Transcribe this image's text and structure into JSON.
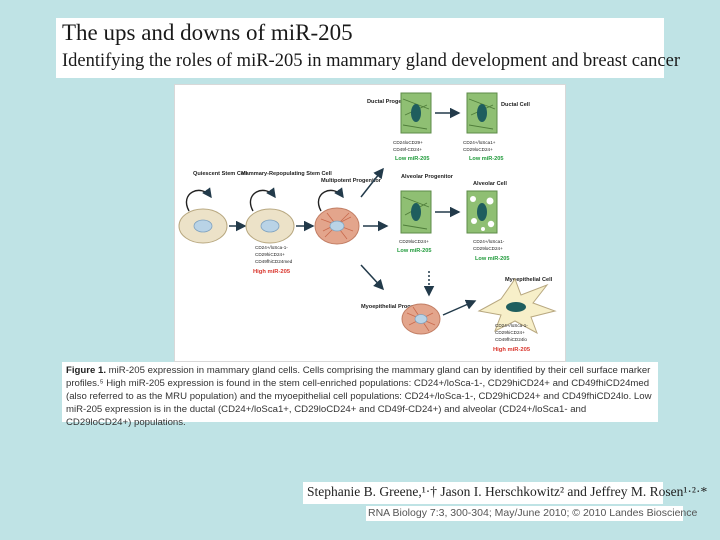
{
  "header": {
    "title": "The ups and downs of miR-205",
    "subtitle": "Identifying the roles of miR-205 in mammary gland development and breast cancer"
  },
  "figure": {
    "cells": {
      "quiescent": "Quiescent Stem Cell",
      "repopulating": "Mammary-Repopulating Stem Cell",
      "multipotent": "Multipotent Progenitor",
      "ductal_progenitor": "Ductal Progenitor",
      "ductal_cell": "Ductal Cell",
      "alveolar_progenitor": "Alveolar Progenitor",
      "alveolar_cell": "Alveolar Cell",
      "myo_progenitor": "Myoepithelial Progenitor",
      "myo_cell": "Myoepithelial Cell"
    },
    "markers": {
      "repopulating": [
        "CD24+/loSca-1-",
        "CD29hiCD24+",
        "CD49fhiCD24med"
      ],
      "ductal_progenitor": [
        "CD24loCD29+",
        "CD49f-CD24+"
      ],
      "ductal_cell": [
        "CD24+/loSca1+",
        "CD29loCD24+"
      ],
      "alveolar_progenitor": [
        "CD29loCD24+"
      ],
      "alveolar_cell": [
        "CD24+/loSca1-",
        "CD29loCD24+"
      ],
      "myo_cell": [
        "CD24+/loSca-1-",
        "CD29hiCD24+",
        "CD49fhiCD24lo"
      ]
    },
    "expression": {
      "high": "High miR-205",
      "low": "Low miR-205"
    }
  },
  "caption": {
    "label": "Figure 1.",
    "text": "miR-205 expression in mammary gland cells. Cells comprising the mammary gland can by identified by their cell surface marker profiles.⁵ High miR-205 expression is found in the stem cell-enriched populations: CD24+/loSca-1-, CD29hiCD24+ and CD49fhiCD24med (also referred to as the MRU population) and the myoepithelial cell populations: CD24+/loSca-1-, CD29hiCD24+ and CD49fhiCD24lo. Low miR-205 expression is in the ductal (CD24+/loSca1+, CD29loCD24+ and CD49f-CD24+) and alveolar (CD24+/loSca1- and CD29loCD24+) populations."
  },
  "authors": "Stephanie B. Greene,¹·† Jason I. Herschkowitz² and Jeffrey M. Rosen¹·²·*",
  "citation": "RNA Biology 7:3, 300-304; May/June 2010; © 2010 Landes Bioscience",
  "colors": {
    "background": "#bfe3e5",
    "high_text": "#d9342b",
    "low_text": "#1f9a3a",
    "cell_beige": "#ece2c8",
    "cell_green": "#8fbf73",
    "cell_pink": "#e3a58c",
    "nucleus_dark": "#1f5e5e",
    "nucleus_blue": "#b9d3e6"
  }
}
